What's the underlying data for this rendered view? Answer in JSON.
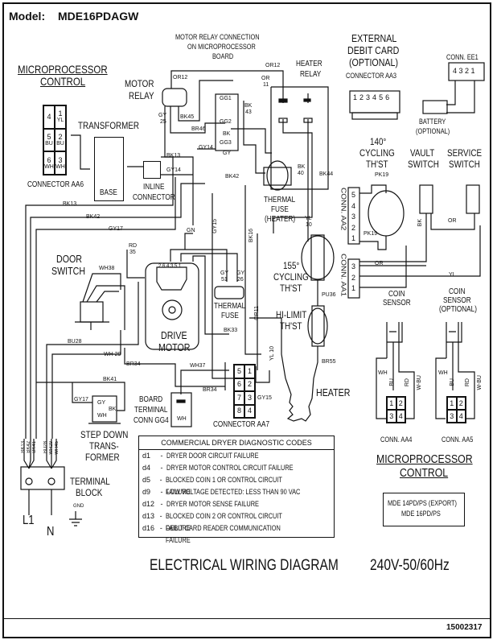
{
  "header": {
    "model_label": "Model:",
    "model_value": "MDE16PDAGW"
  },
  "footer": {
    "title": "ELECTRICAL WIRING DIAGRAM",
    "voltage": "240V-50/60Hz",
    "part_number": "15002317"
  },
  "sections": {
    "microprocessor_control_top": [
      "MICROPROCESSOR",
      "CONTROL"
    ],
    "motor_relay_connection": [
      "MOTOR RELAY CONNECTION",
      "ON MICROPROCESSOR",
      "BOARD"
    ],
    "external_debit_card": [
      "EXTERNAL",
      "DEBIT CARD",
      "(OPTIONAL)"
    ],
    "connector_aa3": "CONNECTOR AA3",
    "aa3_pins": [
      "1",
      "2",
      "3",
      "4",
      "5",
      "6"
    ],
    "conn_ee1": "CONN. EE1",
    "ee1_pins": "4 3 2 1",
    "battery": [
      "BATTERY",
      "(OPTIONAL)"
    ],
    "motor_relay": [
      "MOTOR",
      "RELAY"
    ],
    "heater_relay": [
      "HEATER",
      "RELAY"
    ],
    "transformer": "TRANSFORMER",
    "base": "BASE",
    "inline_connector": [
      "INLINE",
      "CONNECTOR"
    ],
    "connector_aa6": "CONNECTOR AA6",
    "aa6_pins": [
      [
        "4",
        ""
      ],
      [
        "1",
        "YL"
      ],
      [
        "5",
        "BU"
      ],
      [
        "2",
        "BU"
      ],
      [
        "6",
        "WH"
      ],
      [
        "3",
        "WH"
      ]
    ],
    "thermal_fuse_heater": [
      "THERMAL",
      "FUSE",
      "(HEATER)"
    ],
    "cycling_140": [
      "140°",
      "CYCLING",
      "TH'ST"
    ],
    "vault_switch": [
      "VAULT",
      "SWITCH"
    ],
    "service_switch": [
      "SERVICE",
      "SWITCH"
    ],
    "conn_aa2": "CONN. AA2",
    "aa2_pins": [
      "5",
      "4",
      "3",
      "2",
      "1"
    ],
    "conn_aa1": "CONN. AA1",
    "aa1_pins": [
      "3",
      "2",
      "1"
    ],
    "cycling_155": [
      "155°",
      "CYCLING",
      "TH'ST"
    ],
    "hi_limit": [
      "HI-LIMIT",
      "TH'ST"
    ],
    "heater": "HEATER",
    "door_switch": [
      "DOOR",
      "SWITCH"
    ],
    "drive_motor": [
      "DRIVE",
      "MOTOR"
    ],
    "motor_pins": "2 6 4 3  5 1",
    "thermal_fuse": [
      "THERMAL",
      "FUSE"
    ],
    "coin_sensor": [
      "COIN",
      "SENSOR"
    ],
    "coin_sensor_optional": [
      "COIN",
      "SENSOR",
      "(OPTIONAL)"
    ],
    "conn_aa4": "CONN. AA4",
    "conn_aa5": "CONN. AA5",
    "coin_pins": [
      "1",
      "2",
      "3",
      "4"
    ],
    "coin_wires": [
      "WH",
      "BU",
      "RD",
      "W-BU"
    ],
    "board_terminal": [
      "BOARD",
      "TERMINAL",
      "CONN GG4"
    ],
    "gg4_wire": "WH",
    "connector_aa7": "CONNECTOR AA7",
    "aa7_pins": [
      "5",
      "1",
      "6",
      "2",
      "7",
      "3",
      "8",
      "4"
    ],
    "step_down": [
      "STEP DOWN",
      "TRANS-",
      "FORMER"
    ],
    "step_down_pins": [
      "GY",
      "BK",
      "WH"
    ],
    "terminal_block": [
      "TERMINAL",
      "BLOCK"
    ],
    "terminal_wires": [
      "BK13",
      "BK42",
      "BK41",
      "BU28",
      "WH29",
      "WH45"
    ],
    "l1": "L1",
    "n": "N",
    "gnd": "GND",
    "gn": "GN",
    "microprocessor_control_bottom": [
      "MICROPROCESSOR",
      "CONTROL"
    ],
    "models_box": [
      "MDE 14PD/PS (EXPORT)",
      "MDE 16PD/PS"
    ],
    "gg_terminals": [
      [
        "GG1",
        ""
      ],
      [
        "GG2",
        "BK"
      ],
      [
        "GG3",
        "GY"
      ]
    ]
  },
  "wire_labels": {
    "or12_a": "OR12",
    "or12_b": "OR12",
    "or11": [
      "OR",
      "11"
    ],
    "gy25": [
      "GY",
      "25"
    ],
    "bk45": "BK45",
    "br46": "BR46",
    "bk43": [
      "BK",
      "43"
    ],
    "gy14_a": "GY14",
    "gy14_b": "GY14",
    "bk13_a": "BK13",
    "bk13_b": "BK13",
    "bk42_a": "BK42",
    "bk42_b": "BK42",
    "gy17_a": "GY17",
    "gy17_b": "GY17",
    "bk40": [
      "BK",
      "40"
    ],
    "bk44": "BK44",
    "yl10": [
      "YL",
      "10"
    ],
    "pk19_a": "PK19",
    "pk19_b": "PK19",
    "bk_vault": "BK",
    "or_a": "OR",
    "or_b": "OR",
    "yl": "YL",
    "gy15_a": "GY15",
    "gy15_b": "GY15",
    "bk16": "BK16",
    "rd35": [
      "RD",
      "35"
    ],
    "wh38": "WH38",
    "gy51": [
      "GY",
      "51"
    ],
    "gy26": [
      "GY",
      "26"
    ],
    "or11_v": "OR11",
    "bk33": "BK33",
    "pu36": "PU36",
    "bu28": "BU28",
    "wh29": "WH 29",
    "br34_a": "BR34",
    "br34_b": "BR34",
    "wh37": "WH37",
    "bk41": "BK41",
    "yl10_v": "YL 10",
    "br55": "BR55"
  },
  "diagnostic_codes": {
    "title": "COMMERCIAL DRYER DIAGNOSTIC CODES",
    "rows": [
      {
        "code": "d1",
        "desc": "DRYER DOOR CIRCUIT FAILURE"
      },
      {
        "code": "d4",
        "desc": "DRYER MOTOR CONTROL CIRCUIT FAILURE"
      },
      {
        "code": "d5",
        "desc": "BLOCKED COIN 1 OR CONTROL CIRCUIT FAILURE"
      },
      {
        "code": "d9",
        "desc": "LOW VOLTAGE DETECTED: LESS THAN 90 VAC"
      },
      {
        "code": "d12",
        "desc": "DRYER MOTOR SENSE FAILURE"
      },
      {
        "code": "d13",
        "desc": "BLOCKED COIN 2 OR CONTROL CIRCUIT FAILURE"
      },
      {
        "code": "d16",
        "desc": "DEBIT CARD READER COMMUNICATION FAILURE"
      }
    ]
  }
}
